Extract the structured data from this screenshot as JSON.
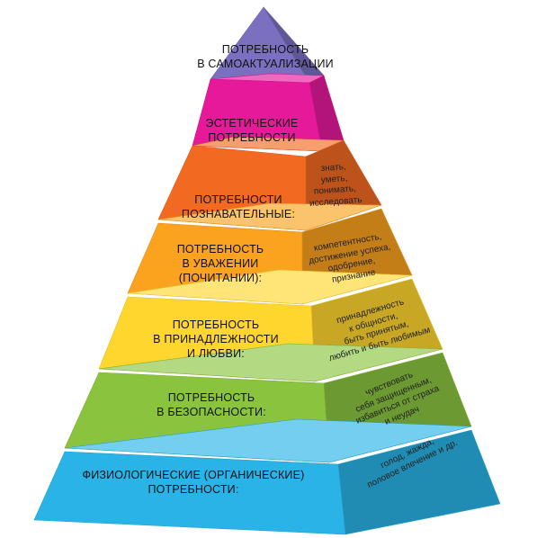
{
  "colors": {
    "level1": "#7b6fc0",
    "level2": "#e6199b",
    "level3": "#f26a22",
    "level4": "#fba21f",
    "level5": "#ffd62e",
    "level6": "#8ac43f",
    "level7": "#29b3e6"
  },
  "levels": [
    {
      "title": "ПОТРЕБНОСТЬ\nВ САМОАКТУАЛИЗАЦИИ",
      "details": ""
    },
    {
      "title": "ЭСТЕТИЧЕСКИЕ\nПОТРЕБНОСТИ",
      "details": ""
    },
    {
      "title": "ПОТРЕБНОСТИ\nПОЗНАВАТЕЛЬНЫЕ:",
      "details": "знать,\nуметь,\nпонимать,\nисследовать"
    },
    {
      "title": "ПОТРЕБНОСТЬ\nВ УВАЖЕНИИ\n(ПОЧИТАНИИ):",
      "details": "компетентность,\nдостижение успеха,\nодобрение,\nпризнание"
    },
    {
      "title": "ПОТРЕБНОСТЬ\nВ ПРИНАДЛЕЖНОСТИ\nИ ЛЮБВИ:",
      "details": "принадлежность\nк общности,\nбыть принятым,\nлюбить и быть любимым"
    },
    {
      "title": "ПОТРЕБНОСТЬ\nВ БЕЗОПАСНОСТИ:",
      "details": "чувствовать\nсебя защищенным,\nизбавиться от страха\nи неудач"
    },
    {
      "title": "ФИЗИОЛОГИЧЕСКИЕ (ОРГАНИЧЕСКИЕ)\nПОТРЕБНОСТИ:",
      "details": "голод, жажда,\nполовое влечение и др."
    }
  ]
}
